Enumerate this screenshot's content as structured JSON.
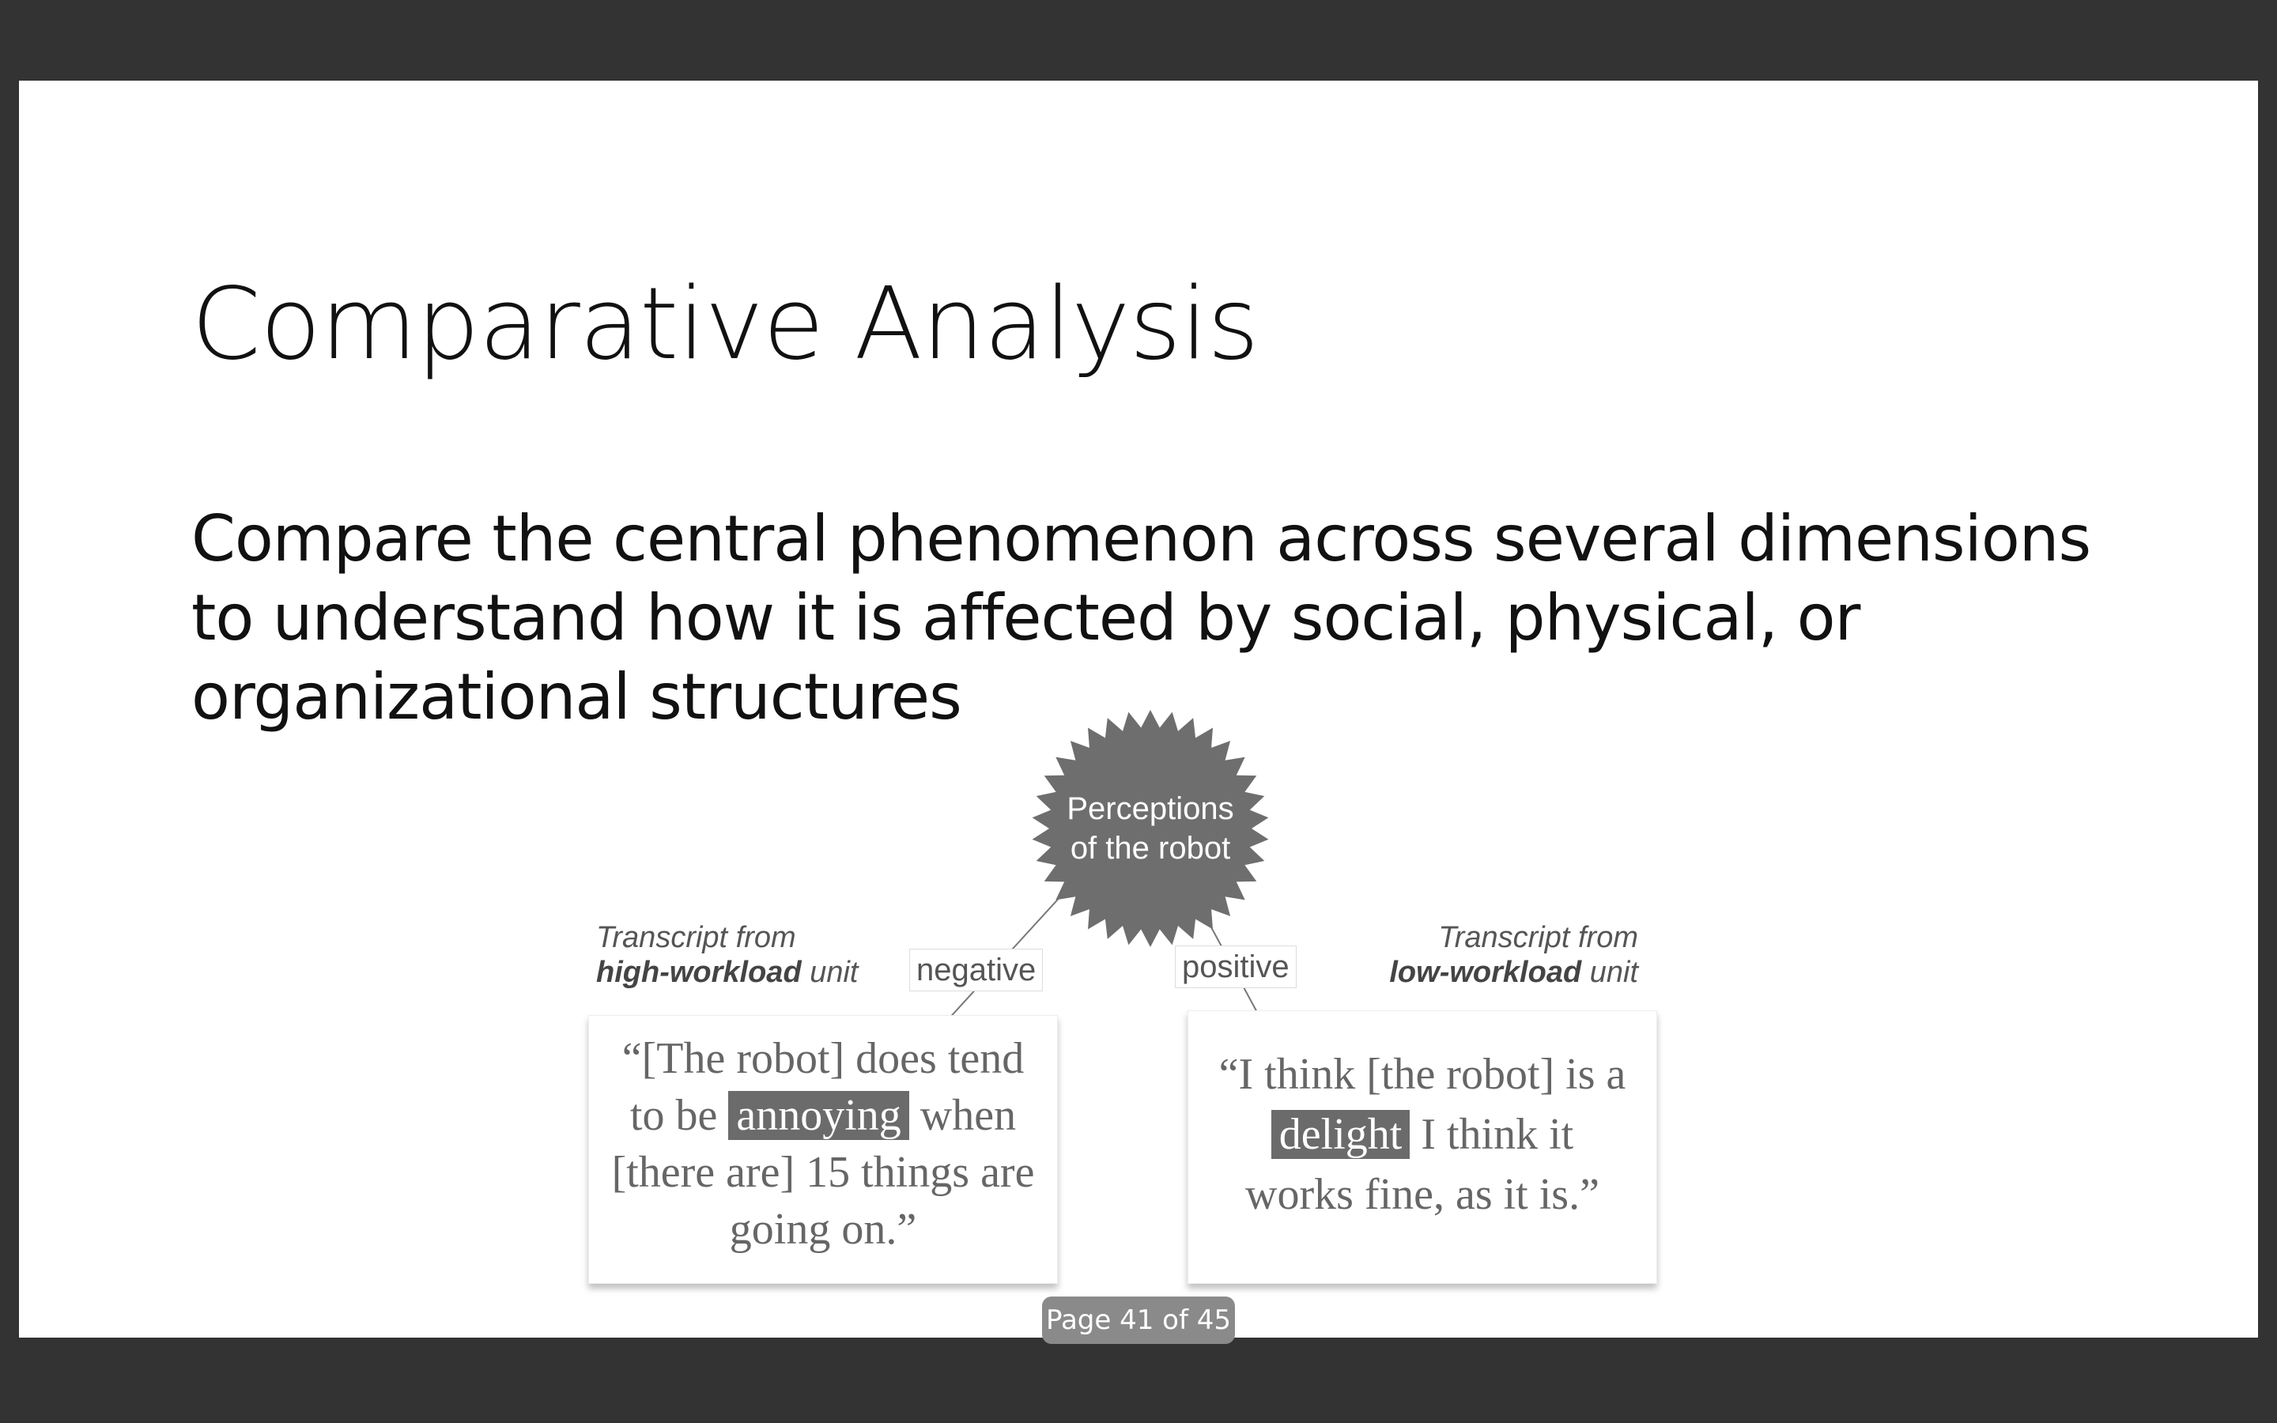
{
  "slide": {
    "title": "Comparative Analysis",
    "body": "Compare the central phenomenon across several dimensions to understand how it is affected by social, physical, or organizational structures"
  },
  "figure": {
    "center_badge": {
      "line1": "Perceptions",
      "line2": "of the robot"
    },
    "left": {
      "label_line1": "Transcript from",
      "label_bold": "high-workload",
      "label_rest": " unit",
      "tag": "negative",
      "quote_before": "“[The robot] does tend to be ",
      "quote_highlight": "annoying",
      "quote_after": " when [there are] 15 things are going on.”"
    },
    "right": {
      "label_line1": "Transcript from",
      "label_bold": "low-workload",
      "label_rest": " unit",
      "tag": "positive",
      "quote_before": "“I think [the robot] is a ",
      "quote_highlight": "delight",
      "quote_after": " I think it works fine, as it is.”"
    },
    "colors": {
      "badge": "#6e6e6e",
      "highlight": "#6b6b6b"
    }
  },
  "viewer": {
    "page_indicator": "Page 41 of 45"
  }
}
